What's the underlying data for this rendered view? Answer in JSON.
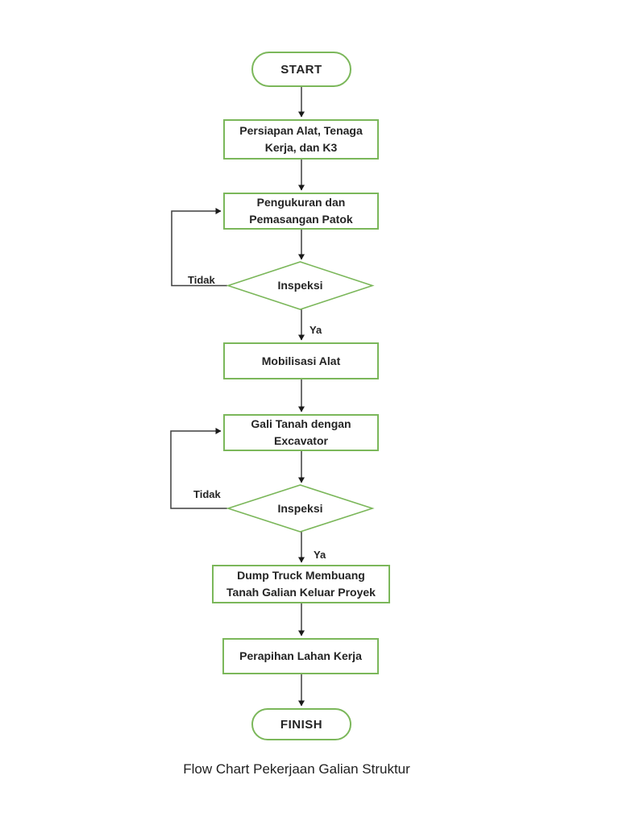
{
  "flowchart": {
    "caption": "Flow Chart Pekerjaan Galian Struktur",
    "colors": {
      "shape_border": "#7bb75a",
      "text": "#242424",
      "connector": "#3f3f3f",
      "arrowhead": "#1a1a1a",
      "background": "#ffffff"
    },
    "nodes": {
      "start": {
        "type": "terminator",
        "label": "START"
      },
      "persiapan": {
        "type": "process",
        "label": "Persiapan Alat, Tenaga\nKerja, dan K3"
      },
      "pengukuran": {
        "type": "process",
        "label": "Pengukuran dan\nPemasangan Patok"
      },
      "inspeksi1": {
        "type": "decision",
        "label": "Inspeksi"
      },
      "mobilisasi": {
        "type": "process",
        "label": "Mobilisasi Alat"
      },
      "gali": {
        "type": "process",
        "label": "Gali Tanah dengan\nExcavator"
      },
      "inspeksi2": {
        "type": "decision",
        "label": "Inspeksi"
      },
      "dump_truck": {
        "type": "process",
        "label": "Dump Truck Membuang\nTanah Galian Keluar Proyek"
      },
      "perapihan": {
        "type": "process",
        "label": "Perapihan Lahan Kerja"
      },
      "finish": {
        "type": "terminator",
        "label": "FINISH"
      }
    },
    "edge_labels": {
      "inspeksi1_no": "Tidak",
      "inspeksi1_yes": "Ya",
      "inspeksi2_no": "Tidak",
      "inspeksi2_yes": "Ya"
    }
  }
}
